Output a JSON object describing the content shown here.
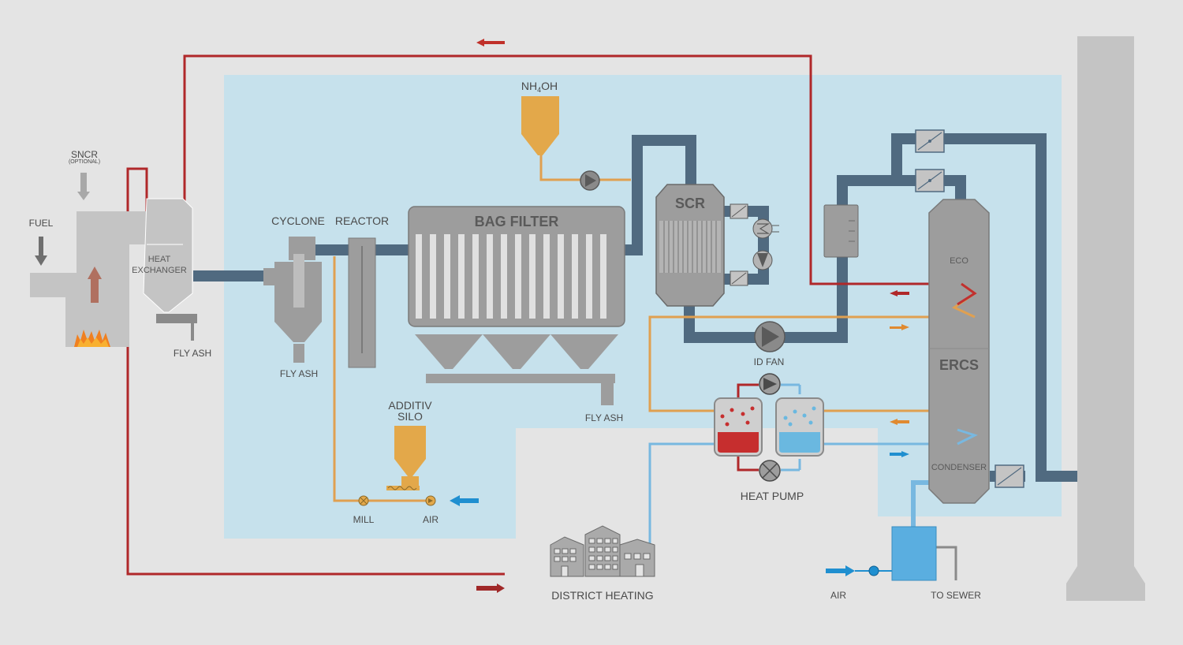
{
  "labels": {
    "sncr": "SNCR",
    "optional": "(OPTIONAL)",
    "fuel": "FUEL",
    "heat_exchanger_1": "HEAT",
    "heat_exchanger_2": "EXCHANGER",
    "fly_ash_boiler": "FLY ASH",
    "cyclone": "CYCLONE",
    "fly_ash_cyclone": "FLY ASH",
    "reactor": "REACTOR",
    "nh4oh_nh": "NH",
    "nh4oh_sub": "4",
    "nh4oh_oh": "OH",
    "bag_filter": "BAG FILTER",
    "fly_ash_filter": "FLY ASH",
    "additiv_silo_1": "ADDITIV",
    "additiv_silo_2": "SILO",
    "mill": "MILL",
    "air_additive": "AIR",
    "scr": "SCR",
    "id_fan": "ID FAN",
    "heat_pump": "HEAT PUMP",
    "district_heating": "DISTRICT HEATING",
    "eco": "ECO",
    "ercs": "ERCS",
    "condenser": "CONDENSER",
    "air_bottom": "AIR",
    "to_sewer": "TO SEWER"
  },
  "colors": {
    "background": "#e4e4e4",
    "zone": "#c6e1ec",
    "equipment": "#9d9d9d",
    "equipment_light": "#c4c4c4",
    "flue_duct": "#506a80",
    "hot_water": "#b0282a",
    "warm_water": "#e0a050",
    "cold_water": "#78b8e0",
    "air_arrow": "#1f8fd0",
    "silo": "#e3a84a",
    "stack": "#c4c4c4"
  }
}
